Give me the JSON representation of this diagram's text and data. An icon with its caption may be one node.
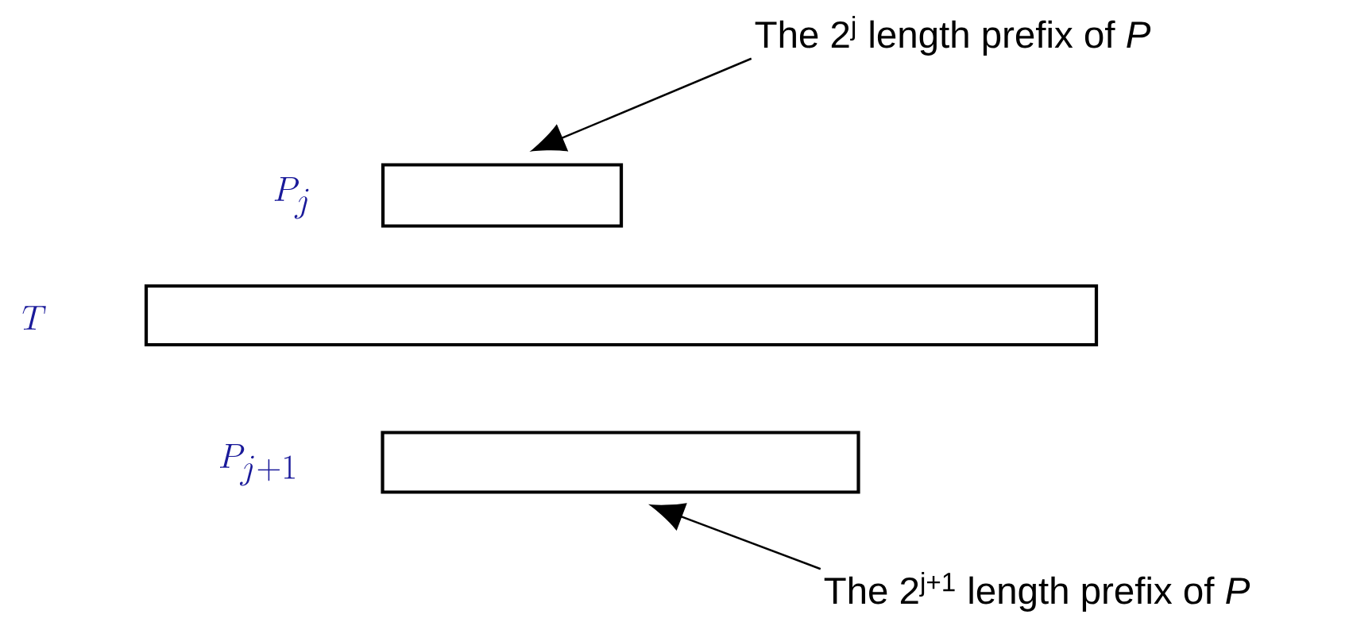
{
  "diagram": {
    "nodes": [
      {
        "text": [
          "The 2$^{j}$ length prefix of *P*"
        ]
      },
      {
        "text": [],
        "shape": "box"
      },
      {
        "text": [],
        "shape": "box"
      },
      {
        "text": [],
        "shape": "box"
      },
      {
        "text": [
          "The 2$^{j+1}$ length prefix of *P*"
        ]
      }
    ],
    "edges": [
      {
        "from": 0,
        "to": 1,
        "arrow": "to"
      },
      {
        "from": 4,
        "to": 3,
        "arrow": "to"
      }
    ],
    "labels": [
      "P_j",
      "T",
      "P_{j+1}"
    ]
  }
}
